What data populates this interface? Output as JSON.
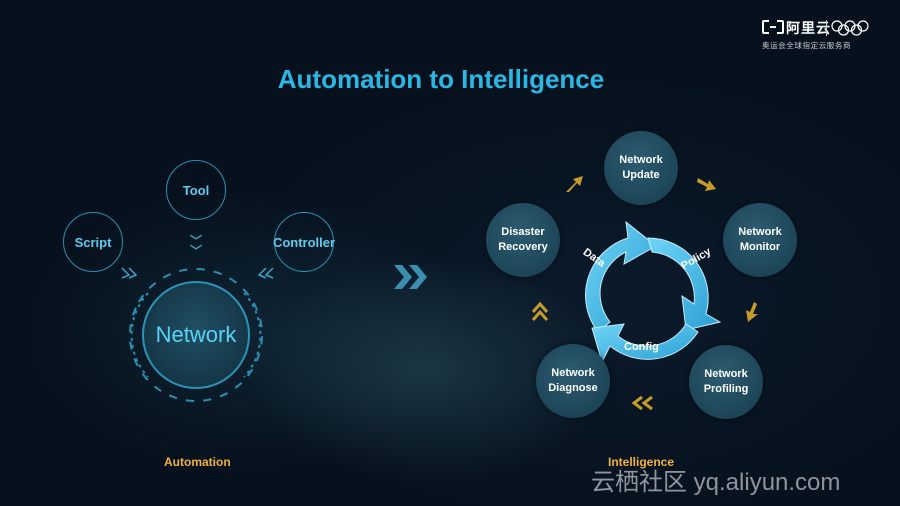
{
  "brand": {
    "name": "阿里云",
    "subtitle": "奥运会全球指定云服务商"
  },
  "title": "Automation to Intelligence",
  "automation": {
    "caption": "Automation",
    "hub": "Network",
    "nodes": {
      "tool": "Tool",
      "script": "Script",
      "controller": "Controller"
    }
  },
  "intelligence": {
    "caption": "Intelligence",
    "cycle_labels": {
      "data": "Data",
      "policy": "Policy",
      "config": "Config"
    },
    "nodes": {
      "update": "Network Update",
      "monitor": "Network Monitor",
      "profiling": "Network Profiling",
      "diagnose": "Network Diagnose",
      "recovery": "Disaster Recovery"
    }
  },
  "watermark": "云栖社区 yq.aliyun.com",
  "colors": {
    "title": "#29b8e6",
    "caption": "#f2b233",
    "accent_cyan": "#5ecdf0",
    "cycle_arrow": "#4cc3ee",
    "gold_arrow": "#c89a2a"
  }
}
